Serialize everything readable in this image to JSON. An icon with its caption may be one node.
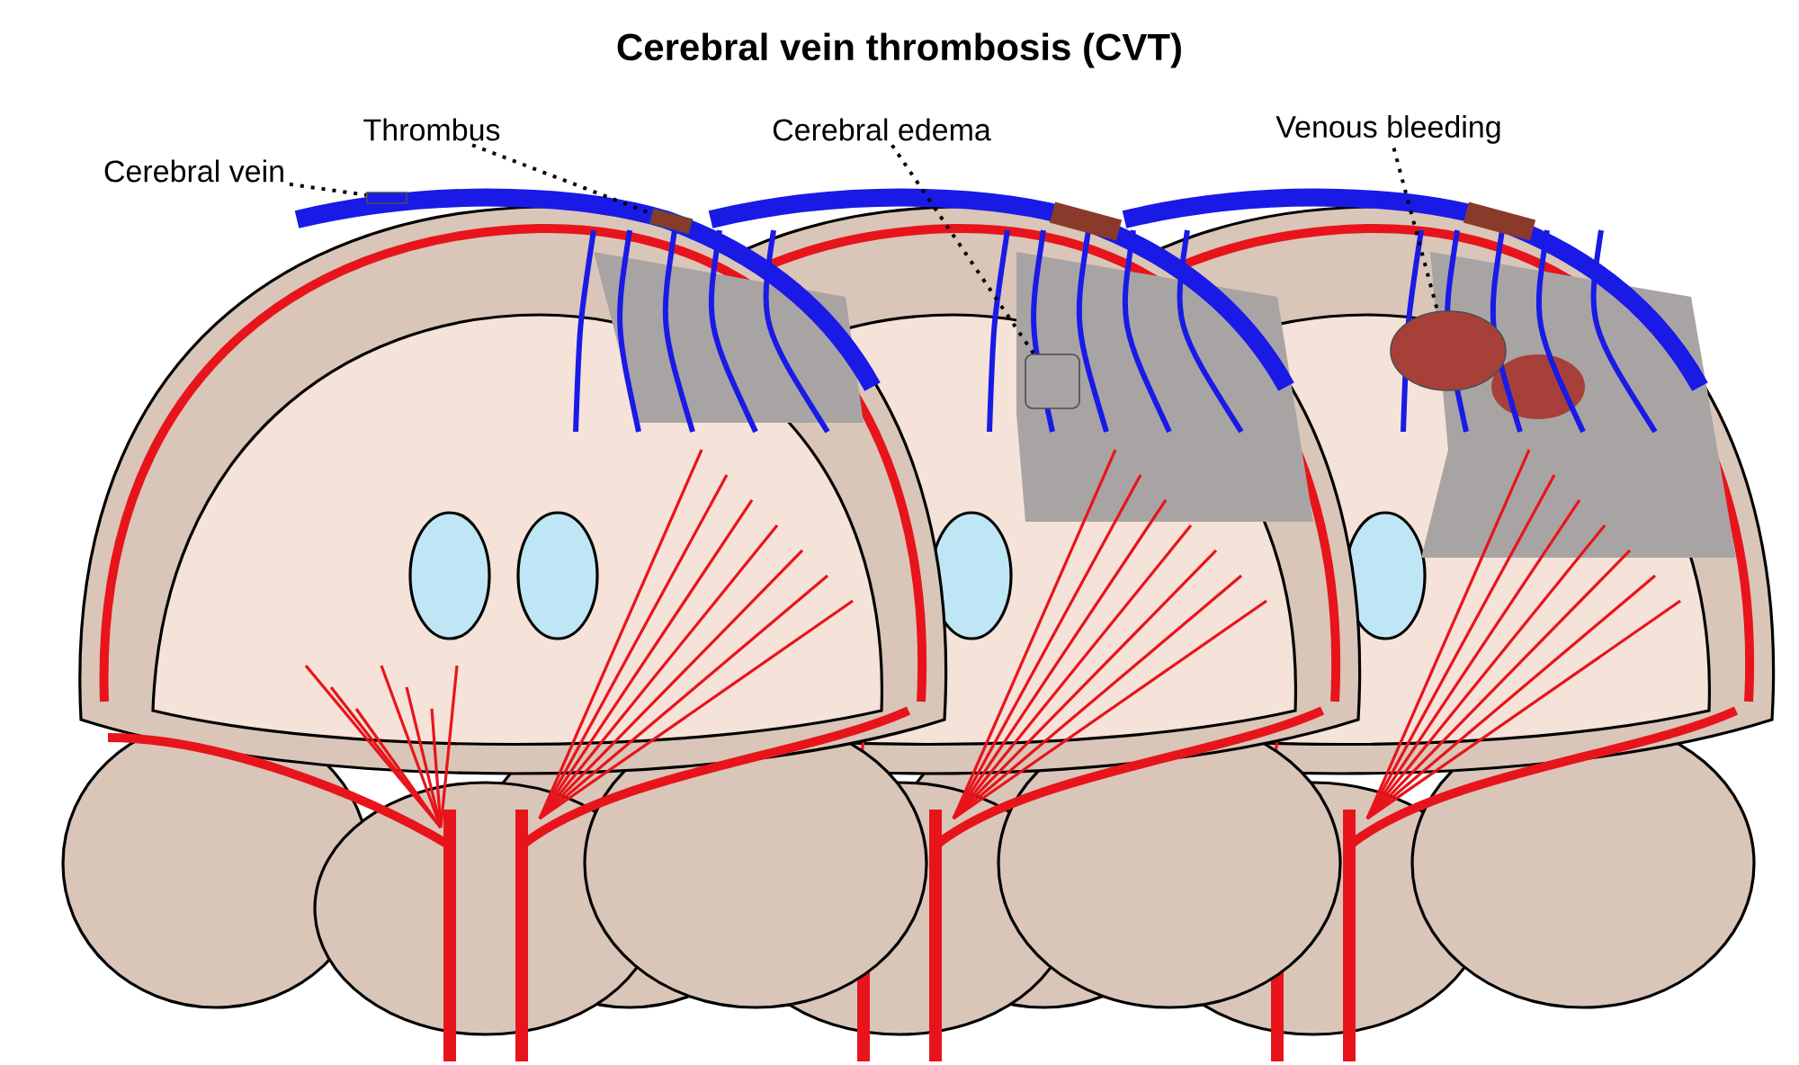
{
  "diagram": {
    "title": "Cerebral vein thrombosis (CVT)",
    "nodes": [
      {
        "text": [
          "Cerebral vein"
        ]
      },
      {
        "text": [
          "Thrombus"
        ]
      },
      {
        "text": [
          "Cerebral edema"
        ]
      },
      {
        "text": [
          "Venous bleeding"
        ]
      },
      {
        "text": [],
        "shape": "bar"
      },
      {
        "text": [],
        "shape": "bar"
      },
      {
        "text": [],
        "shape": "box"
      },
      {
        "text": [],
        "shape": "circle"
      }
    ],
    "edges": [
      {
        "from": 0,
        "to": 4,
        "arrow": "none",
        "style": "dashed"
      },
      {
        "from": 1,
        "to": 5,
        "arrow": "none",
        "style": "dashed"
      },
      {
        "from": 2,
        "to": 6,
        "arrow": "none",
        "style": "dashed"
      },
      {
        "from": 3,
        "to": 7,
        "arrow": "none",
        "style": "dashed"
      }
    ]
  }
}
